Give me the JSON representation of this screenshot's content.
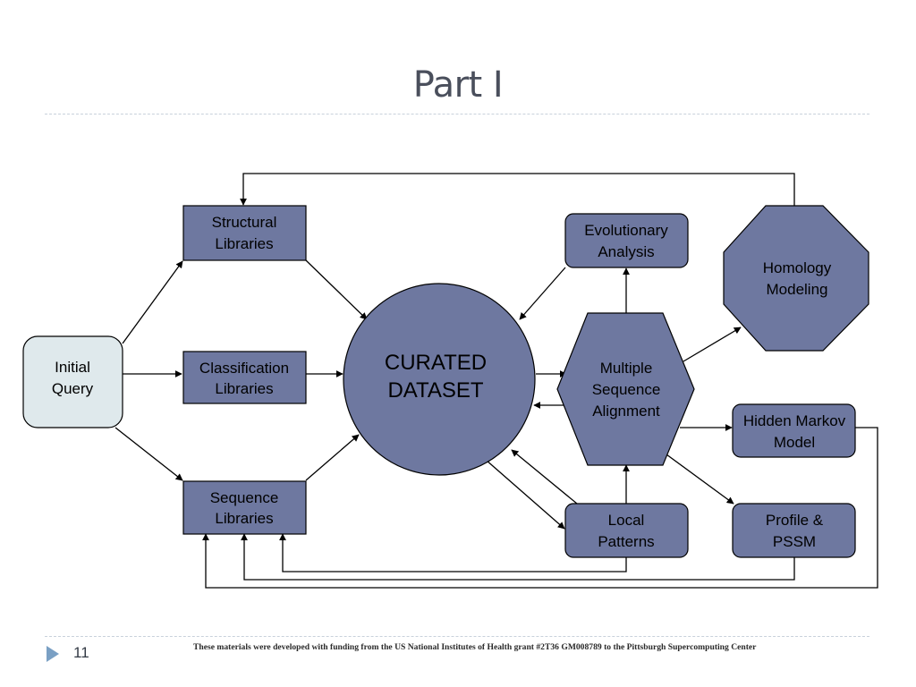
{
  "slide": {
    "title": "Part I",
    "number": "11",
    "footer": "These materials were developed with funding from the US National Institutes of Health grant #2T36 GM008789 to the Pittsburgh Supercomputing Center"
  },
  "diagram": {
    "nodes": {
      "initial_query": [
        "Initial",
        "Query"
      ],
      "structural": [
        "Structural",
        "Libraries"
      ],
      "classification": [
        "Classification",
        "Libraries"
      ],
      "sequence": [
        "Sequence",
        "Libraries"
      ],
      "curated": [
        "CURATED",
        "DATASET"
      ],
      "evolutionary": [
        "Evolutionary",
        "Analysis"
      ],
      "msa": [
        "Multiple",
        "Sequence",
        "Alignment"
      ],
      "homology": [
        "Homology",
        "Modeling"
      ],
      "hmm": [
        "Hidden Markov",
        "Model"
      ],
      "local": [
        "Local",
        "Patterns"
      ],
      "profile": [
        "Profile &",
        "PSSM"
      ]
    }
  }
}
